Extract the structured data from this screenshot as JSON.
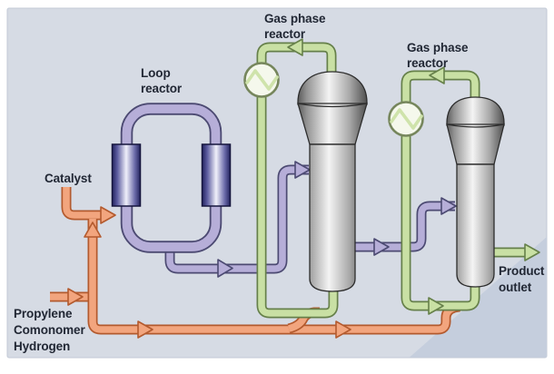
{
  "labels": {
    "gas_phase_reactor_1": [
      "Gas phase",
      "reactor"
    ],
    "gas_phase_reactor_2": [
      "Gas phase",
      "reactor"
    ],
    "loop_reactor": [
      "Loop",
      "reactor"
    ],
    "catalyst": "Catalyst",
    "feed_inputs": [
      "Propylene",
      "Comonomer",
      "Hydrogen"
    ],
    "product_outlet": [
      "Product",
      "outlet"
    ]
  },
  "colors": {
    "panel_background": "#d6dbe4",
    "panel_corner_shade": "#c5cedd",
    "label_text": "#212734",
    "slurry_pipe_purple": "#b6aed8",
    "slurry_pipe_outline": "#4c4a72",
    "feed_pipe_orange": "#f2a57e",
    "feed_pipe_outline": "#b35a2e",
    "gas_pipe_green": "#c9e0a4",
    "gas_pipe_outline": "#66804a",
    "heat_exchanger_fill": "#f5f8ec",
    "vessel_outline": "#2d2d2d"
  },
  "components": [
    {
      "id": "loop-reactor",
      "kind": "loop reactor"
    },
    {
      "id": "gas-phase-reactor-1",
      "kind": "gas phase reactor"
    },
    {
      "id": "gas-phase-reactor-2",
      "kind": "gas phase reactor"
    },
    {
      "id": "heat-exchanger-1",
      "kind": "recycle gas cooler"
    },
    {
      "id": "heat-exchanger-2",
      "kind": "recycle gas cooler"
    }
  ]
}
